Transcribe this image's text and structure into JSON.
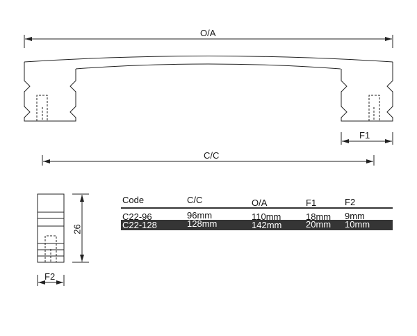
{
  "drawing": {
    "dimension_labels": {
      "overall": "O/A",
      "center_to_center": "C/C",
      "foot_width": "F1",
      "depth": "F2",
      "height": "26"
    }
  },
  "spec_table": {
    "columns": [
      "Code",
      "C/C",
      "O/A",
      "F1",
      "F2"
    ],
    "rows": [
      [
        "C22-96",
        "96mm",
        "110mm",
        "18mm",
        "9mm"
      ],
      [
        "C22-128",
        "128mm",
        "142mm",
        "20mm",
        "10mm"
      ]
    ],
    "highlight_row_color": "#353535",
    "header_rule_color": "#333333"
  }
}
